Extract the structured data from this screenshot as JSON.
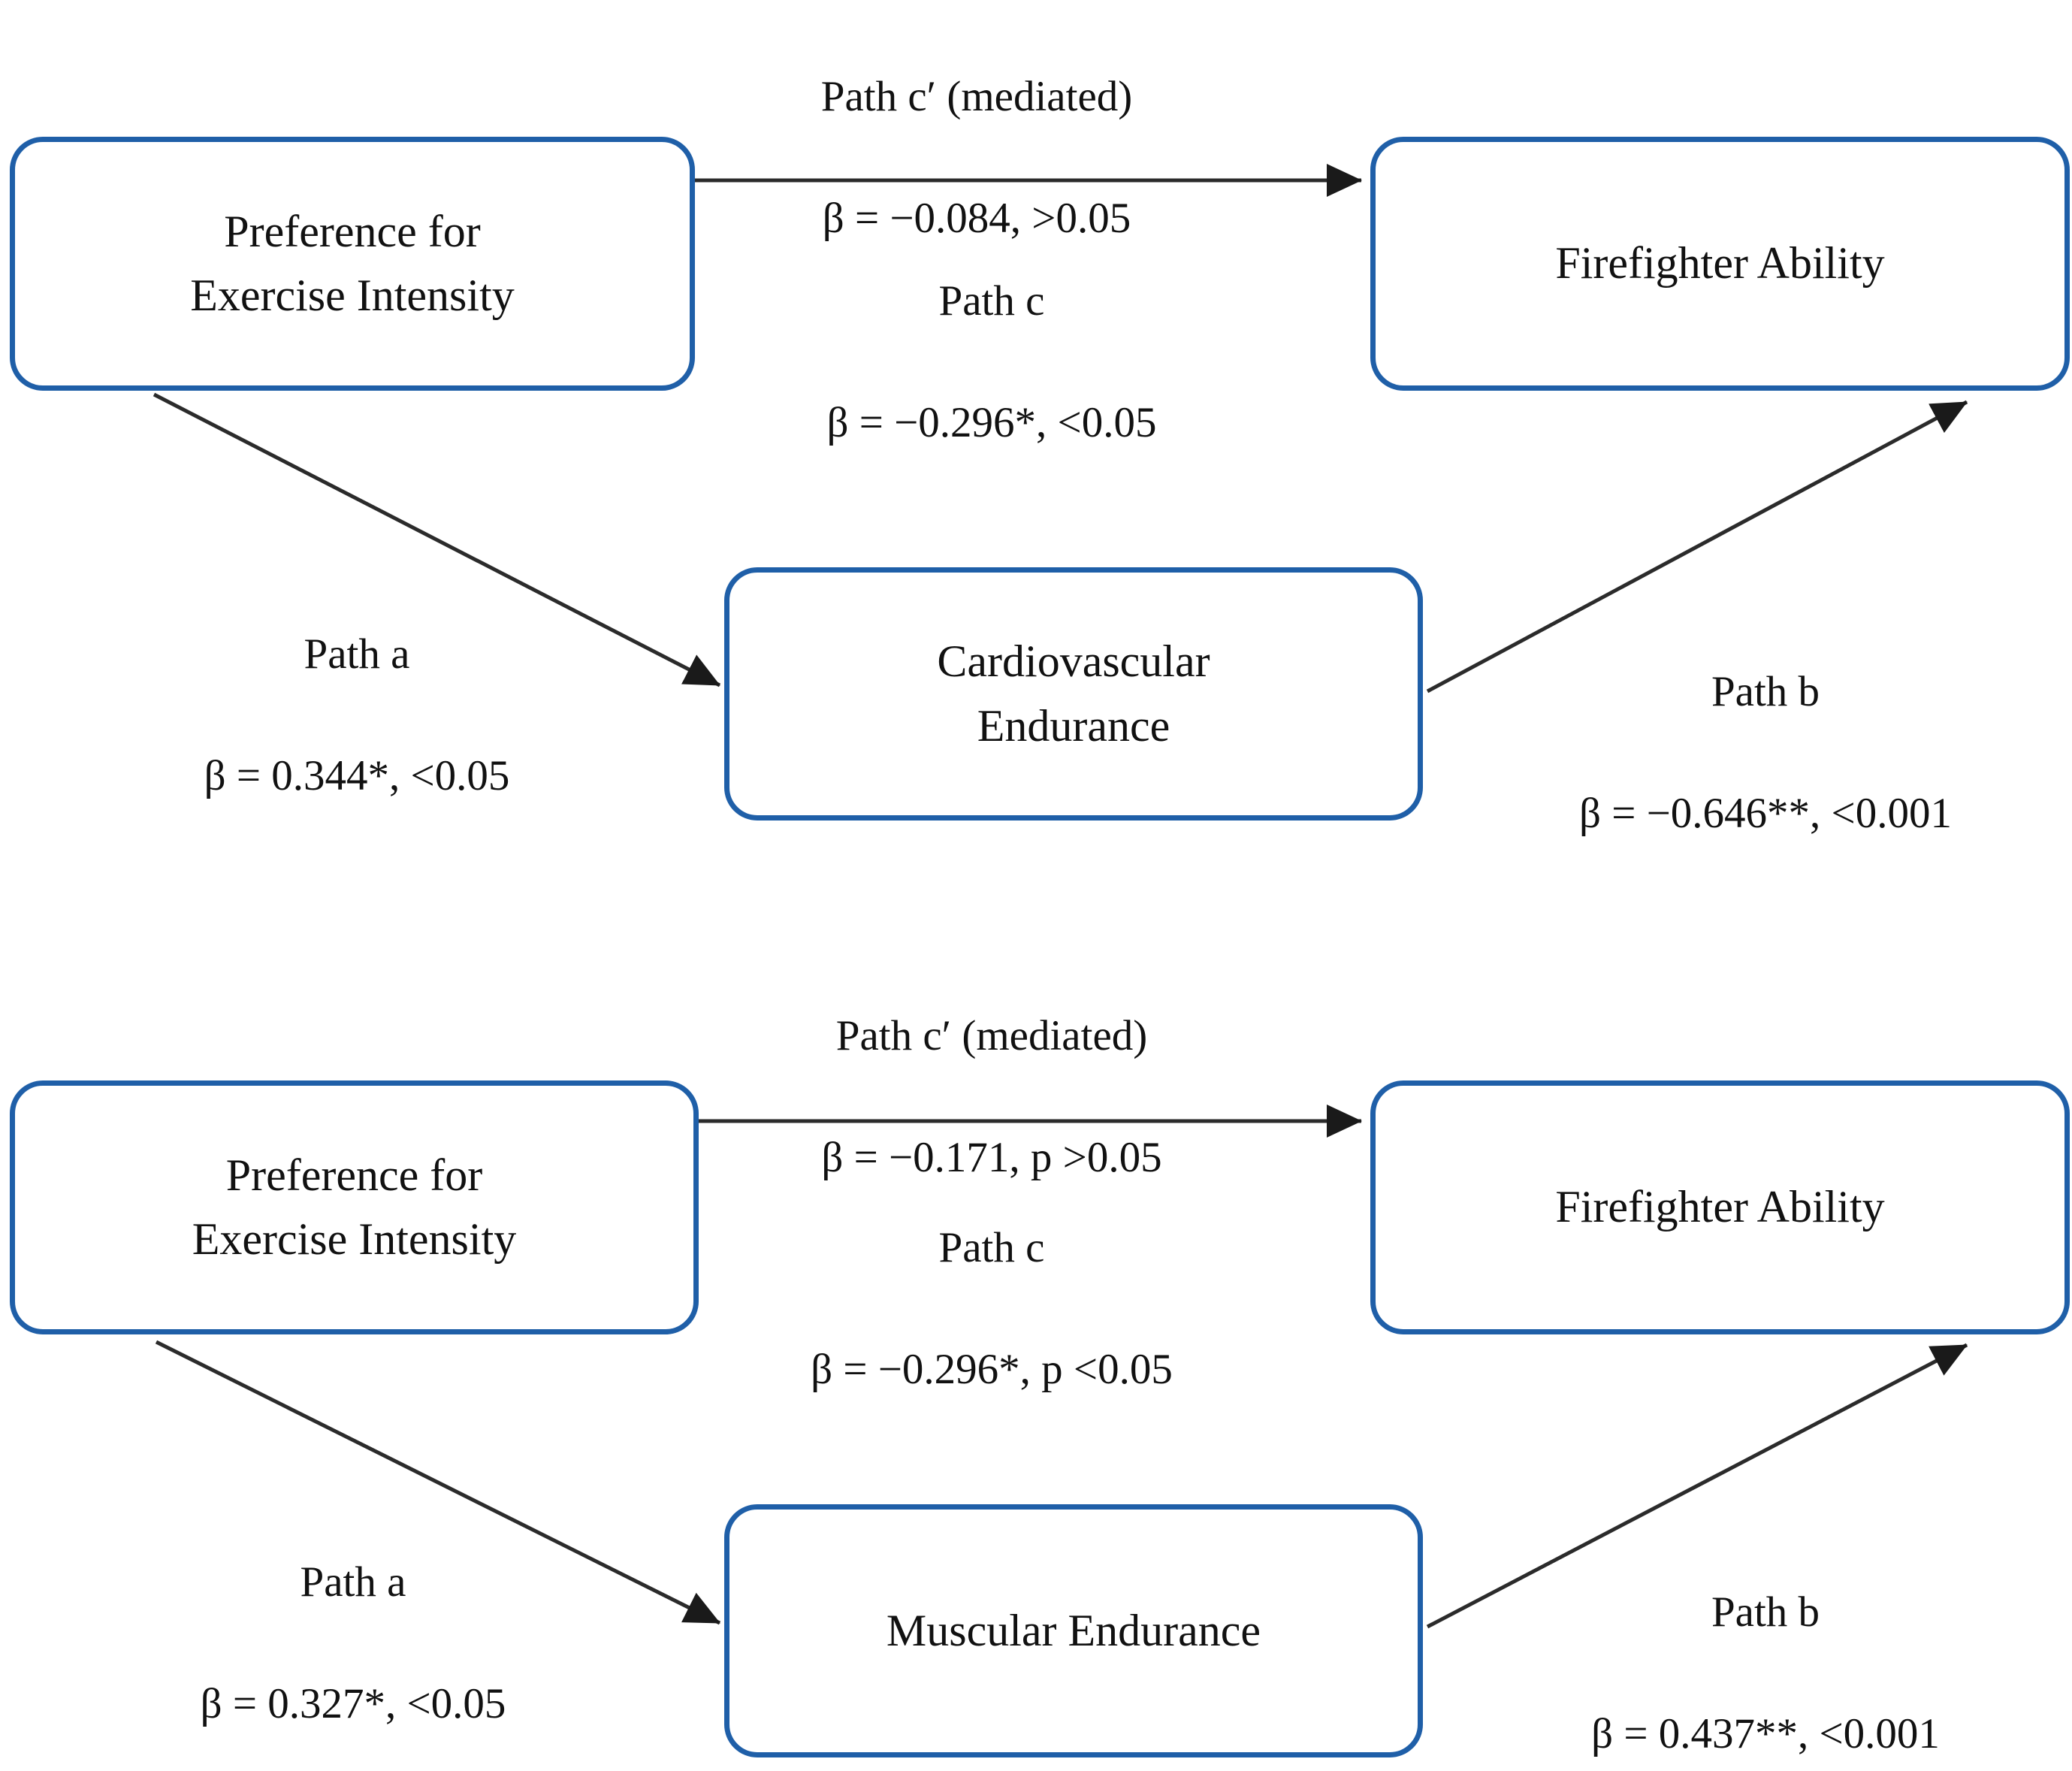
{
  "figure": {
    "type": "mediation-path-diagram",
    "accent_color": "#1f5fa8",
    "line_color": "#2b2b2b",
    "background": "#ffffff"
  },
  "models": [
    {
      "id": "model-cardiovascular",
      "nodes": {
        "predictor": "Preference for\nExercise Intensity",
        "mediator": "Cardiovascular\nEndurance",
        "outcome": "Firefighter Ability"
      },
      "paths": {
        "c_prime": {
          "name": "Path c′ (mediated)",
          "stat": "β = −0.084, >0.05"
        },
        "c": {
          "name": "Path c",
          "stat": "β = −0.296*, <0.05"
        },
        "a": {
          "name": "Path a",
          "stat": "β = 0.344*, <0.05"
        },
        "b": {
          "name": "Path b",
          "stat": "β = −0.646**, <0.001"
        }
      }
    },
    {
      "id": "model-muscular",
      "nodes": {
        "predictor": "Preference for\nExercise Intensity",
        "mediator": "Muscular Endurance",
        "outcome": "Firefighter Ability"
      },
      "paths": {
        "c_prime": {
          "name": "Path c′ (mediated)",
          "stat": "β = −0.171, p >0.05"
        },
        "c": {
          "name": "Path c",
          "stat": "β = −0.296*, p <0.05"
        },
        "a": {
          "name": "Path a",
          "stat": "β = 0.327*, <0.05"
        },
        "b": {
          "name": "Path b",
          "stat": "β = 0.437**, <0.001"
        }
      }
    }
  ]
}
